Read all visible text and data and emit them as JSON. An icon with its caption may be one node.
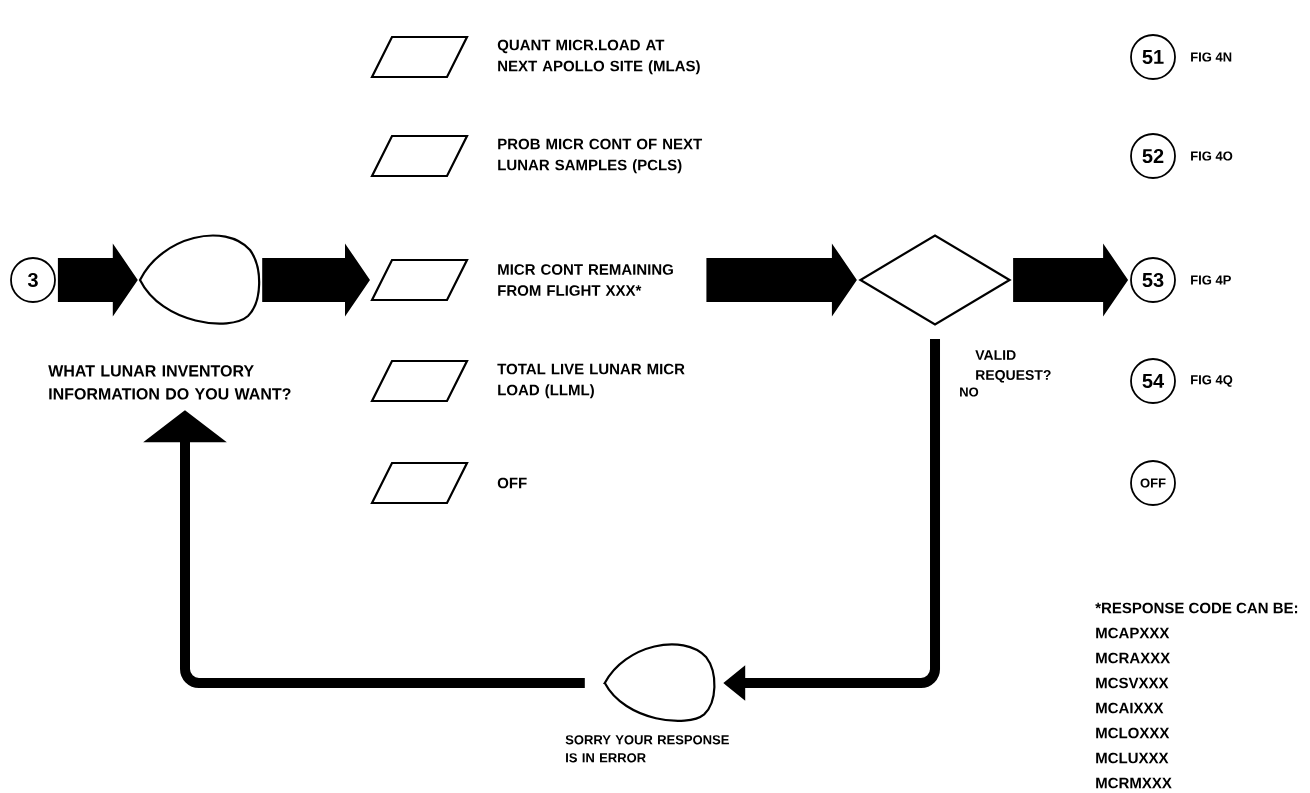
{
  "diagram": {
    "nodes": [
      {
        "text": [
          "3"
        ]
      },
      {
        "text": [
          "WHAT LUNAR INVENTORY INFORMATION DO YOU WANT?"
        ]
      },
      {
        "text": [
          "QUANT MICR.LOAD AT NEXT APOLLO SITE (MLAS)"
        ]
      },
      {
        "text": [
          "PROB MICR CONT OF NEXT LUNAR SAMPLES (PCLS)"
        ]
      },
      {
        "text": [
          "MICR CONT REMAINING FROM FLIGHT XXX*"
        ]
      },
      {
        "text": [
          "TOTAL LIVE LUNAR MICR LOAD (LLML)"
        ]
      },
      {
        "text": [
          "OFF"
        ]
      },
      {
        "text": [
          "VALID REQUEST?"
        ]
      },
      {
        "text": [
          "51"
        ],
        "beside": [
          "FIG 4N"
        ]
      },
      {
        "text": [
          "52"
        ],
        "beside": [
          "FIG 4O"
        ]
      },
      {
        "text": [
          "53"
        ],
        "beside": [
          "FIG 4P"
        ]
      },
      {
        "text": [
          "54"
        ],
        "beside": [
          "FIG 4Q"
        ]
      },
      {
        "text": [
          "OFF"
        ]
      },
      {
        "text": [
          "SORRY YOUR RESPONSE IS IN ERROR"
        ]
      }
    ],
    "edges": [
      {
        "from": 0,
        "to": 1,
        "arrow": "to"
      },
      {
        "from": 1,
        "to": 4,
        "arrow": "to"
      },
      {
        "from": 4,
        "to": 7,
        "arrow": "to"
      },
      {
        "from": 7,
        "to": 10,
        "arrow": "to"
      },
      {
        "from": 7,
        "to": 13,
        "arrow": "to",
        "label": "NO"
      },
      {
        "from": 13,
        "to": 1,
        "arrow": "to"
      }
    ],
    "labels": [
      "*RESPONSE CODE CAN BE:",
      "MCAPXXX",
      "MCRAXXX",
      "MCSVXXX",
      "MCAIXXX",
      "MCLOXXX",
      "MCLUXXX",
      "MCRMXXX"
    ]
  }
}
